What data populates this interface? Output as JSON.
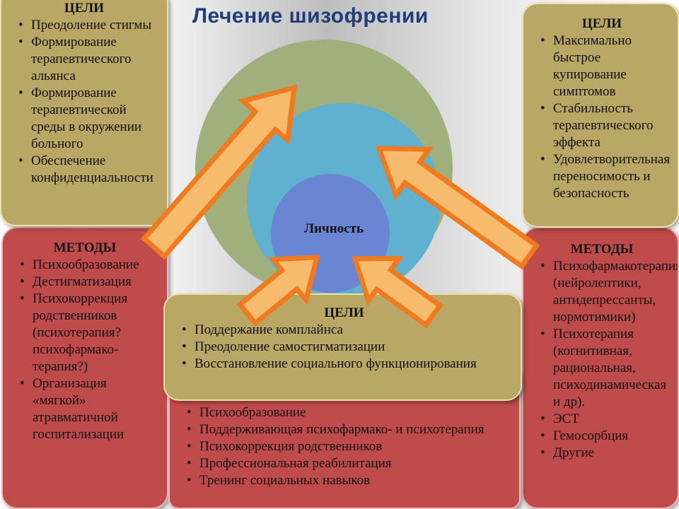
{
  "title": "Лечение шизофрении",
  "center_label": "Личность",
  "colors": {
    "outer_circle": "#9fb07c",
    "middle_circle": "#5fb1cf",
    "inner_circle": "#6a86d2",
    "arrow_fill": "#f7bb6e",
    "arrow_stroke": "#f07a1e",
    "goals_box": "#b9a766",
    "methods_box": "#c04b4b"
  },
  "icons": [
    "arrow-icon"
  ],
  "top_left_goals": {
    "heading": "ЦЕЛИ",
    "items": [
      "Преодоление стигмы",
      "Формирование терапевтического альянса",
      "Формирование терапевтической среды в окружении больного",
      "Обеспечение конфиденциальности"
    ]
  },
  "top_right_goals": {
    "heading": "ЦЕЛИ",
    "items": [
      "Максимально быстрое купирование симптомов",
      "Стабильность терапевтического эффекта",
      "Удовлетворительная переносимость и безопасность"
    ]
  },
  "left_methods": {
    "heading": "МЕТОДЫ",
    "items": [
      "Психообразование",
      "Дестигматизация",
      "Психокоррекция родственников (психотерапия? психофармако-терапия?)",
      "Организация «мягкой» атравматичной госпитализации"
    ]
  },
  "right_methods": {
    "heading": "МЕТОДЫ",
    "items": [
      "Психофармакотерапия (нейролептики, антидепрессанты, нормотимики)",
      "Психотерапия (когнитивная, рациональная, психодинамическая и др).",
      "ЭСТ",
      "Гемосорбция",
      "Другие"
    ]
  },
  "center_goals": {
    "heading": "ЦЕЛИ",
    "items": [
      "Поддержание комплайнса",
      "Преодоление самостигматизации",
      "Восстановление социального функционирования"
    ]
  },
  "bottom_methods": {
    "items": [
      "Психообразование",
      "Поддерживающая психофармако- и психотерапия",
      "Психокоррекция родственников",
      "Профессиональная реабилитация",
      "Тренинг социальных навыков"
    ]
  }
}
